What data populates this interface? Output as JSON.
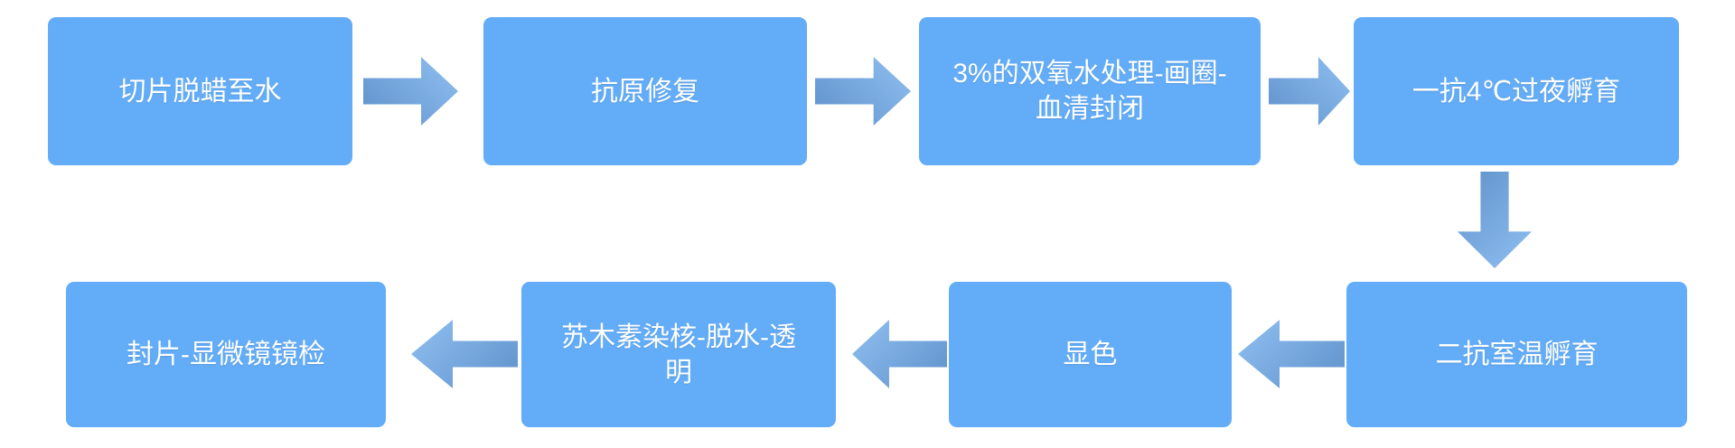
{
  "flowchart": {
    "title": "IHC staining procedure flow",
    "colors": {
      "box_fill": "#63acf7",
      "box_text": "#ffffff",
      "arrow_gradient_dark": "#5f91cb",
      "arrow_gradient_light": "#90c0f1",
      "background": "#ffffff"
    },
    "nodes": [
      {
        "id": "step-1",
        "label": "切片脱蜡至水"
      },
      {
        "id": "step-2",
        "label": "抗原修复"
      },
      {
        "id": "step-3",
        "label": "3%的双氧水处理-画圈-\n血清封闭"
      },
      {
        "id": "step-4",
        "label": "一抗4℃过夜孵育"
      },
      {
        "id": "step-5",
        "label": "二抗室温孵育"
      },
      {
        "id": "step-6",
        "label": "显色"
      },
      {
        "id": "step-7",
        "label": "苏木素染核-脱水-透\n明"
      },
      {
        "id": "step-8",
        "label": "封片-显微镜镜检"
      }
    ],
    "edges": [
      {
        "from": "step-1",
        "to": "step-2",
        "direction": "right"
      },
      {
        "from": "step-2",
        "to": "step-3",
        "direction": "right"
      },
      {
        "from": "step-3",
        "to": "step-4",
        "direction": "right"
      },
      {
        "from": "step-4",
        "to": "step-5",
        "direction": "down"
      },
      {
        "from": "step-5",
        "to": "step-6",
        "direction": "left"
      },
      {
        "from": "step-6",
        "to": "step-7",
        "direction": "left"
      },
      {
        "from": "step-7",
        "to": "step-8",
        "direction": "left"
      }
    ]
  }
}
